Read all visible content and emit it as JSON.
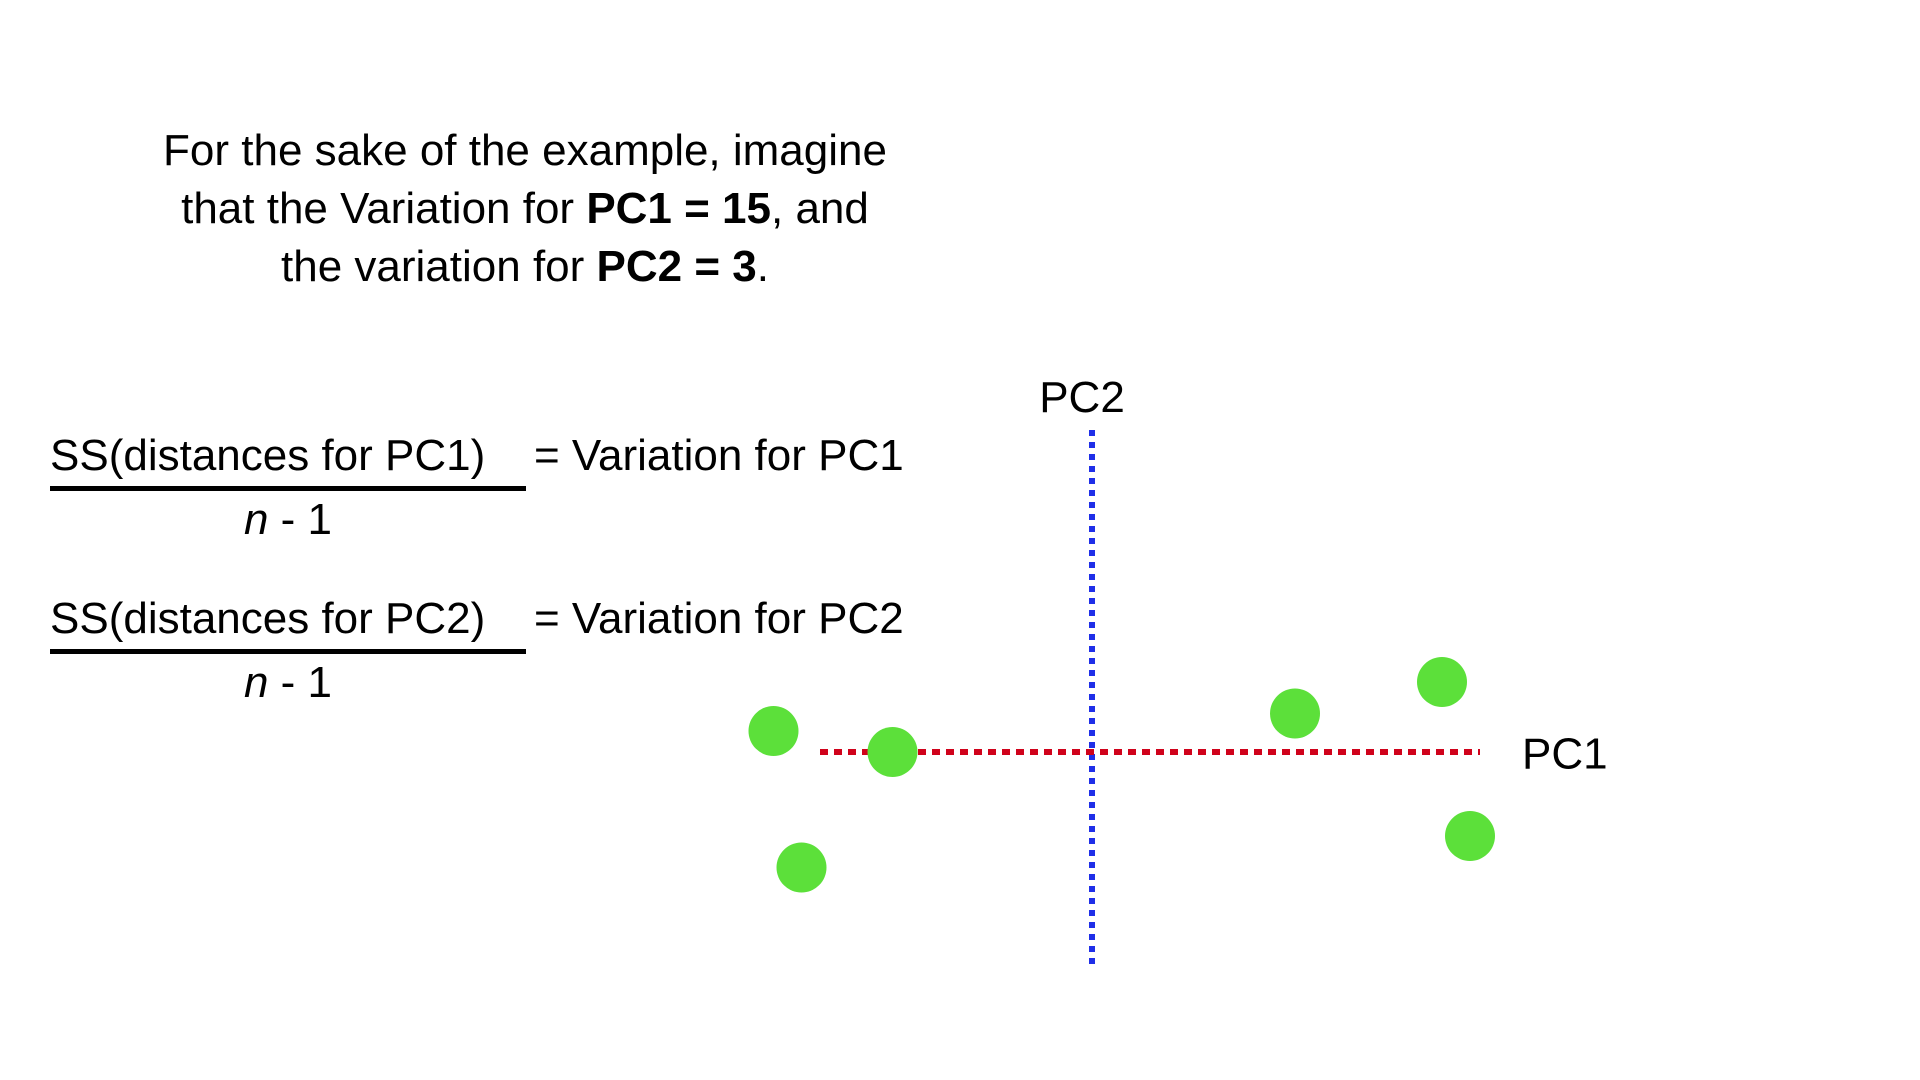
{
  "intro": {
    "line1": "For the sake of the example, imagine",
    "line2_pre": "that the Variation for ",
    "line2_bold": "PC1 = 15",
    "line2_post": ", and",
    "line3_pre": "the variation for ",
    "line3_bold": "PC2 = 3",
    "line3_post": "."
  },
  "formulas": [
    {
      "numerator": "SS(distances for PC1)",
      "denominator_var": "n",
      "denominator_rest": " - 1",
      "equals": "= Variation for PC1"
    },
    {
      "numerator": "SS(distances for PC2)",
      "denominator_var": "n",
      "denominator_rest": " - 1",
      "equals": "= Variation for PC2"
    }
  ],
  "axes": {
    "pc1_label": "PC1",
    "pc2_label": "PC2",
    "pc1_color": "#d0021b",
    "pc2_color": "#1f2fe8"
  },
  "points_color": "#5ce03a",
  "points": [
    {
      "pc1": -4.55,
      "pc2": 0.3
    },
    {
      "pc1": -2.85,
      "pc2": 0.0
    },
    {
      "pc1": -4.15,
      "pc2": -1.65
    },
    {
      "pc1": 2.9,
      "pc2": 0.55
    },
    {
      "pc1": 5.0,
      "pc2": 1.0
    },
    {
      "pc1": 5.4,
      "pc2": -1.2
    }
  ]
}
